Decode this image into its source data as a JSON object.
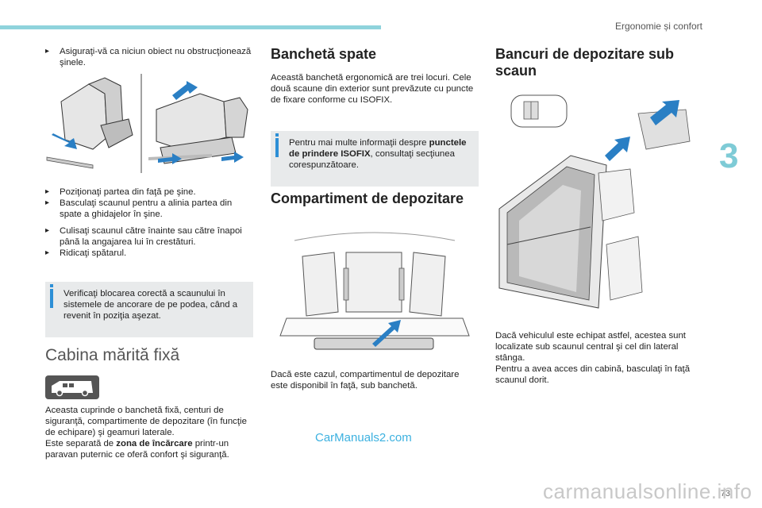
{
  "header": {
    "section_title": "Ergonomie și confort"
  },
  "chapter_number": "3",
  "page_number": "73",
  "col1": {
    "bullet_intro": "Asiguraţi-vă ca niciun obiect nu obstrucţionează şinele.",
    "steps_a": [
      "Poziţionaţi partea din faţă pe şine.",
      "Basculaţi scaunul pentru a alinia partea din spate a ghidajelor în şine."
    ],
    "steps_b": [
      "Culisaţi scaunul către înainte sau către înapoi până la angajarea lui în crestături.",
      "Ridicaţi spătarul."
    ],
    "info_text": "Verificaţi blocarea corectă a scaunului în sistemele de ancorare de pe podea, când a revenit în poziţia aşezat.",
    "section_title": "Cabina mărită fixă",
    "body1": "Aceasta cuprinde o banchetă fixă, centuri de siguranţă, compartimente de depozitare (în funcţie de echipare) şi geamuri laterale.",
    "body2_pre": "Este separată de ",
    "body2_bold": "zona de încărcare",
    "body2_post": " printr-un paravan puternic ce oferă confort şi siguranţă."
  },
  "col2": {
    "title1": "Banchetă spate",
    "body1": "Această banchetă ergonomică are trei locuri. Cele două scaune din exterior sunt prevăzute cu puncte de fixare conforme cu ISOFIX.",
    "info_pre": "Pentru mai multe informaţii despre ",
    "info_bold": "punctele de prindere ISOFIX",
    "info_post": ", consultaţi secţiunea corespunzătoare.",
    "title2": "Compartiment de depozitare",
    "body2": "Dacă este cazul, compartimentul de depozitare este disponibil în faţă, sub banchetă."
  },
  "col3": {
    "title": "Bancuri de depozitare sub scaun",
    "body": "Dacă vehiculul este echipat astfel, acestea sunt localizate sub scaunul central şi cel din lateral stânga.\nPentru a avea acces din cabină, basculaţi în faţă scaunul dorit."
  },
  "watermarks": {
    "site1": "CarManuals2.com",
    "site2": "carmanualsonline.info"
  },
  "colors": {
    "accent": "#8fd3dc",
    "info_icon": "#2d8fd6",
    "watermark": "#3cb1e0",
    "arrow": "#2a7fc4"
  }
}
